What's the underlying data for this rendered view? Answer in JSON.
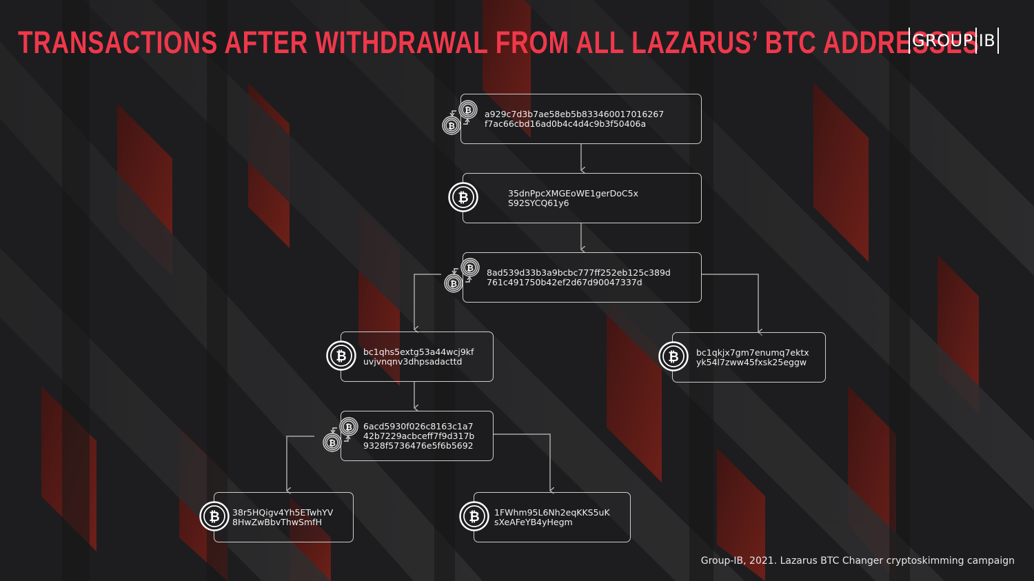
{
  "title": "TRANSACTIONS AFTER WITHDRAWAL FROM ALL LAZARUS’ BTC ADDRESSES",
  "logo": {
    "left": "GROUP",
    "right": "IB"
  },
  "footer": "Group-IB, 2021. Lazarus BTC Changer cryptoskimming campaign",
  "colors": {
    "title": "#f0384b",
    "box_border": "#cfcfcf",
    "arrow": "#a9a9a9"
  },
  "nodes": {
    "tx1": {
      "type": "transaction",
      "icon": "coins-transfer-icon",
      "lines": [
        "a929c7d3b7ae58eb5b833460017016267",
        "f7ac66cbd16ad0b4c4d4c9b3f50406a"
      ]
    },
    "addr1": {
      "type": "address",
      "icon": "bitcoin-icon",
      "lines": [
        "35dnPpcXMGEoWE1gerDoC5x",
        "S92SYCQ61y6"
      ]
    },
    "tx2": {
      "type": "transaction",
      "icon": "coins-transfer-icon",
      "lines": [
        "8ad539d33b3a9bcbc777ff252eb125c389d",
        "761c491750b42ef2d67d90047337d"
      ]
    },
    "addr2": {
      "type": "address",
      "icon": "bitcoin-icon",
      "lines": [
        "bc1qhs5extg53a44wcj9kf",
        "uvjvnqnv3dhpsadacttd"
      ]
    },
    "addr3": {
      "type": "address",
      "icon": "bitcoin-icon",
      "lines": [
        "bc1qkjx7gm7enumq7ektx",
        "yk54l7zww45fxsk25eggw"
      ]
    },
    "tx3": {
      "type": "transaction",
      "icon": "coins-transfer-icon",
      "lines": [
        "6acd5930f026c8163c1a7",
        "42b7229acbceff7f9d317b",
        "9328f5736476e5f6b5692"
      ]
    },
    "addr4": {
      "type": "address",
      "icon": "bitcoin-icon",
      "lines": [
        "38r5HQigv4Yh5ETwhYV",
        "8HwZwBbvThwSmfH"
      ]
    },
    "addr5": {
      "type": "address",
      "icon": "bitcoin-icon",
      "lines": [
        "1FWhm95L6Nh2eqKKS5uK",
        "sXeAFeYB4yHegm"
      ]
    }
  },
  "edges": [
    [
      "tx1",
      "addr1"
    ],
    [
      "addr1",
      "tx2"
    ],
    [
      "tx2",
      "addr2"
    ],
    [
      "tx2",
      "addr3"
    ],
    [
      "addr2",
      "tx3"
    ],
    [
      "tx3",
      "addr4"
    ],
    [
      "tx3",
      "addr5"
    ]
  ]
}
